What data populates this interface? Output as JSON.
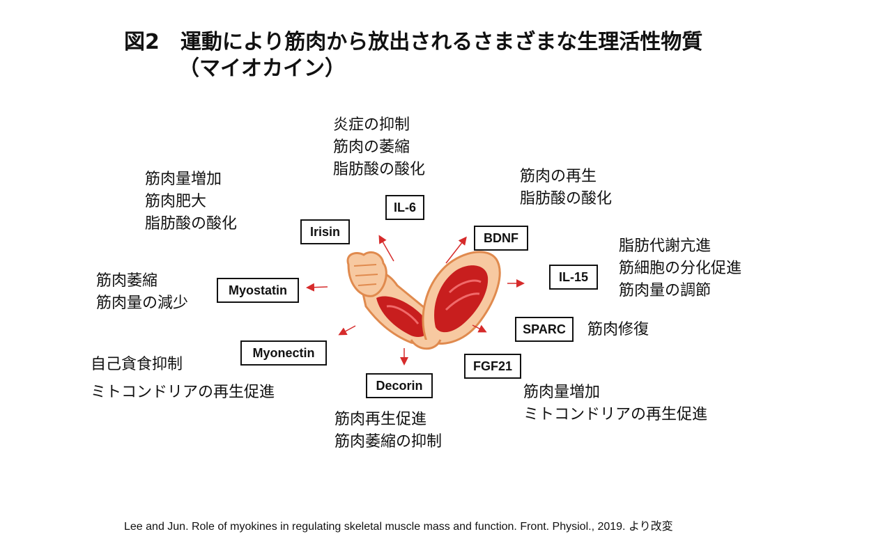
{
  "title": {
    "line1": "図2　運動により筋肉から放出されるさまざまな生理活性物質",
    "line2": "（マイオカイン）"
  },
  "myokines": [
    {
      "id": "il6",
      "label": "IL-6",
      "effects": [
        "炎症の抑制",
        "筋肉の萎縮",
        "脂肪酸の酸化"
      ]
    },
    {
      "id": "irisin",
      "label": "Irisin",
      "effects": [
        "筋肉量増加",
        "筋肉肥大",
        "脂肪酸の酸化"
      ]
    },
    {
      "id": "bdnf",
      "label": "BDNF",
      "effects": [
        "筋肉の再生",
        "脂肪酸の酸化"
      ]
    },
    {
      "id": "il15",
      "label": "IL-15",
      "effects": [
        "脂肪代謝亢進",
        "筋細胞の分化促進",
        "筋肉量の調節"
      ]
    },
    {
      "id": "myostatin",
      "label": "Myostatin",
      "effects": [
        "筋肉萎縮",
        "筋肉量の減少"
      ]
    },
    {
      "id": "sparc",
      "label": "SPARC",
      "effects": [
        "筋肉修復"
      ]
    },
    {
      "id": "myonectin",
      "label": "Myonectin",
      "effects": [
        "自己貪食抑制",
        "ミトコンドリアの再生促進"
      ]
    },
    {
      "id": "fgf21",
      "label": "FGF21",
      "effects": [
        "筋肉量増加",
        "ミトコンドリアの再生促進"
      ]
    },
    {
      "id": "decorin",
      "label": "Decorin",
      "effects": [
        "筋肉再生促進",
        "筋肉萎縮の抑制"
      ]
    }
  ],
  "citation": "Lee and Jun. Role of myokines in regulating skeletal muscle mass and function. Front. Physiol., 2019. より改変",
  "colors": {
    "arrow": "#d62b2b",
    "skin": "#f7c9a1",
    "skin_outline": "#e08a4e",
    "muscle": "#c81e1e",
    "muscle_light": "#f06a6a"
  }
}
